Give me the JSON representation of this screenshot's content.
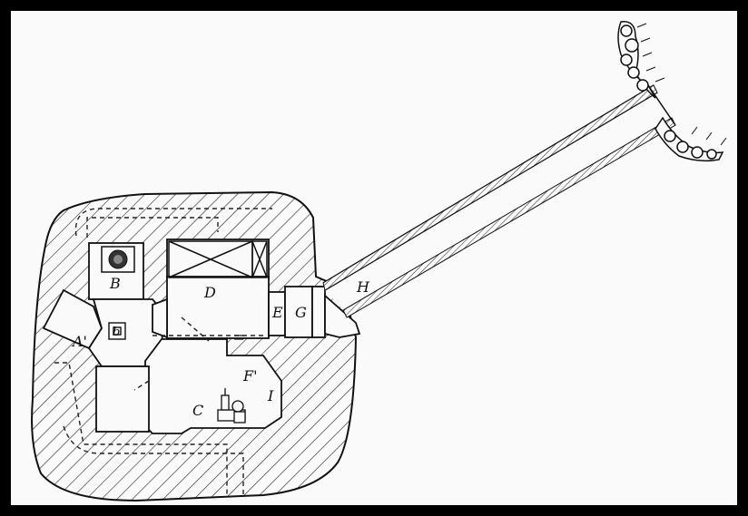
{
  "labels": {
    "A_prime": "A'",
    "B": "B",
    "C": "C",
    "D": "D",
    "E": "E",
    "F_prime": "F'",
    "G": "G",
    "H": "H",
    "I": "I",
    "small_b": "b"
  },
  "colors": {
    "background": "#000000",
    "paper": "#fafafa",
    "ink": "#111111"
  }
}
